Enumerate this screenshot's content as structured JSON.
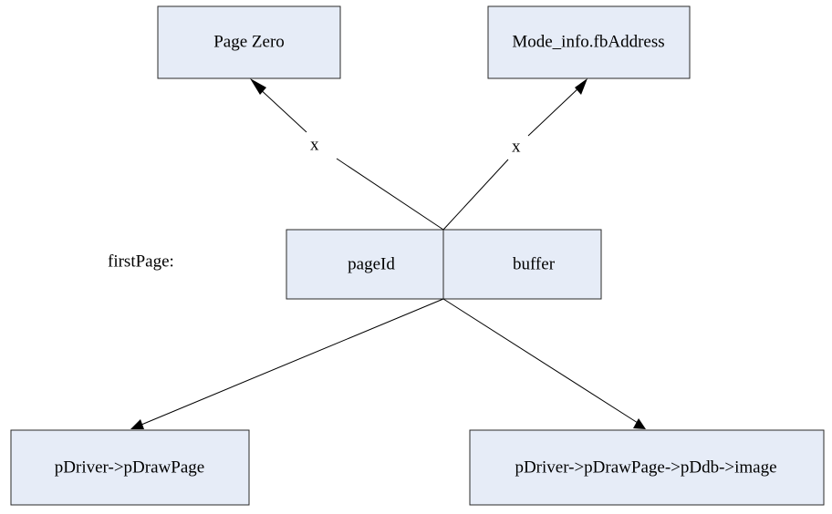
{
  "diagram": {
    "nodes": {
      "page_zero": "Page Zero",
      "fb_address": "Mode_info.fbAddress",
      "page_id": "pageId",
      "buffer": "buffer",
      "draw_page": "pDriver->pDrawPage",
      "ddb_image": "pDriver->pDrawPage->pDdb->image"
    },
    "label": "firstPage:",
    "edge_labels": {
      "left_x": "x",
      "right_x": "x"
    },
    "colors": {
      "box_fill": "#e6ecf7",
      "stroke": "#2a2a2a"
    }
  }
}
